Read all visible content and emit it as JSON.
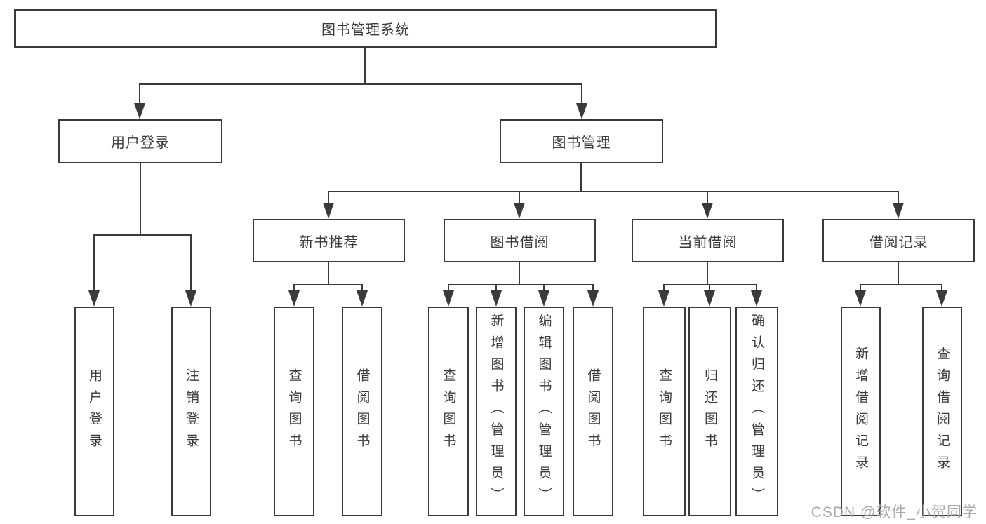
{
  "diagram": {
    "root": "图书管理系统",
    "user_login": {
      "label": "用户登录",
      "children": [
        "用户登录",
        "注销登录"
      ]
    },
    "book_management": {
      "label": "图书管理",
      "sections": [
        {
          "label": "新书推荐",
          "children": [
            "查询图书",
            "借阅图书"
          ]
        },
        {
          "label": "图书借阅",
          "children": [
            "查询图书",
            "新增图书（管理员）",
            "编辑图书（管理员）",
            "借阅图书"
          ]
        },
        {
          "label": "当前借阅",
          "children": [
            "查询图书",
            "归还图书",
            "确认归还（管理员）"
          ]
        },
        {
          "label": "借阅记录",
          "children": [
            "新增借阅记录",
            "查询借阅记录"
          ]
        }
      ]
    }
  },
  "watermark": "CSDN @软件_小贺同学",
  "colors": {
    "line": "#3a3a3a",
    "box_border": "#3a3a3a",
    "text": "#3b3b3b",
    "watermark": "#a5a5a5",
    "background": "#ffffff"
  }
}
